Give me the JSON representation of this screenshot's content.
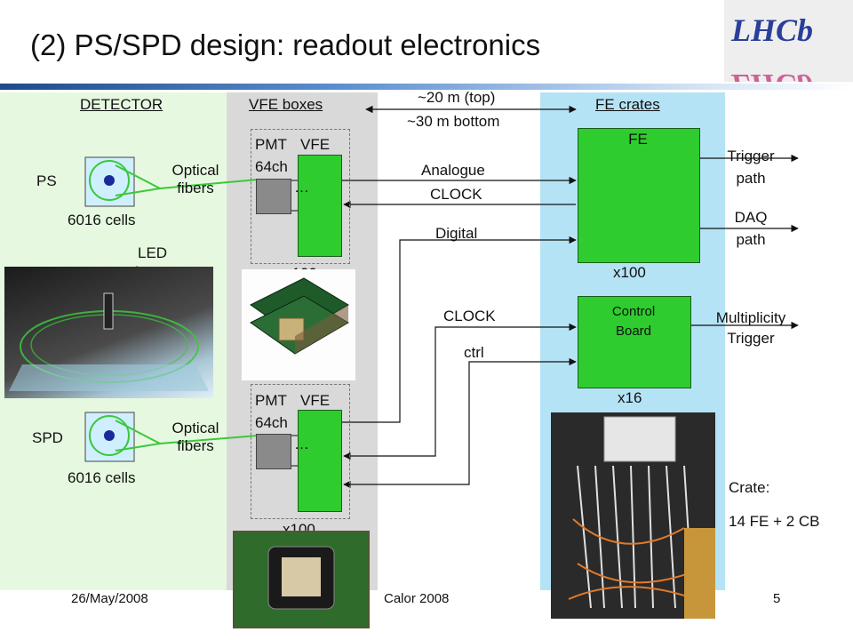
{
  "slide": {
    "title": "(2) PS/SPD design: readout electronics",
    "logo_text": "LHCb",
    "headers": {
      "detector": "DETECTOR",
      "vfe": "VFE boxes",
      "fe": "FE crates"
    },
    "distance": {
      "top": "~20 m (top)",
      "bottom": "~30 m bottom"
    },
    "detector": {
      "ps_label": "PS",
      "ps_cells": "6016 cells",
      "spd_label": "SPD",
      "spd_cells": "6016 cells",
      "optical_fibers_1": "Optical",
      "optical_fibers_2": "fibers",
      "led_label": "LED"
    },
    "vfe": {
      "pmt": "PMT",
      "vfe": "VFE",
      "channels": "64ch",
      "dots": "…",
      "multiplicity": "x100"
    },
    "signals": {
      "analogue": "Analogue",
      "clock_top": "CLOCK",
      "digital": "Digital",
      "clock_bottom": "CLOCK",
      "ctrl": "ctrl"
    },
    "fe": {
      "fe_label": "FE",
      "fe_multiplicity": "x100",
      "control_line1": "Control",
      "control_line2": "Board",
      "control_multiplicity": "x16"
    },
    "outputs": {
      "trigger_1": "Trigger",
      "trigger_2": "path",
      "daq_1": "DAQ",
      "daq_2": "path",
      "mult_1": "Multiplicity",
      "mult_2": "Trigger"
    },
    "crate": {
      "line1": "Crate:",
      "line2": "14 FE + 2 CB"
    },
    "footer": {
      "date": "26/May/2008",
      "conference": "Calor 2008",
      "page": "5"
    },
    "colors": {
      "green": "#2ecc2e",
      "fiber": "#3cc83c",
      "detector_bg": "#e6f9e0",
      "vfe_bg": "#d9d9d9",
      "fe_bg": "#b5e3f6"
    }
  }
}
